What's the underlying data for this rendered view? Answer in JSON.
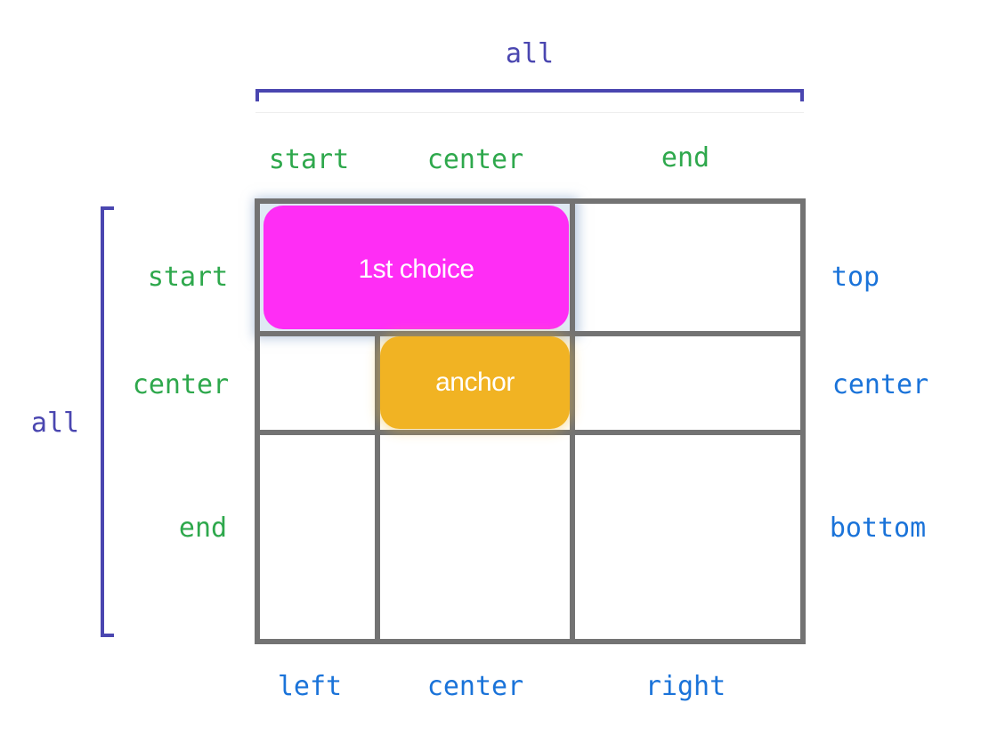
{
  "horizontal": {
    "group_label": "all",
    "alignment_labels": [
      "start",
      "center",
      "end"
    ],
    "side_labels": [
      "left",
      "center",
      "right"
    ]
  },
  "vertical": {
    "group_label": "all",
    "alignment_labels": [
      "start",
      "center",
      "end"
    ],
    "side_labels": [
      "top",
      "center",
      "bottom"
    ]
  },
  "boxes": {
    "first_choice": "1st choice",
    "anchor": "anchor"
  },
  "colors": {
    "group_label": "#4a46b0",
    "alignment_label": "#2ea84c",
    "side_label": "#1a73d9",
    "grid": "#737373",
    "first_choice_fill": "#ff2df5",
    "anchor_fill": "#f1b323"
  }
}
